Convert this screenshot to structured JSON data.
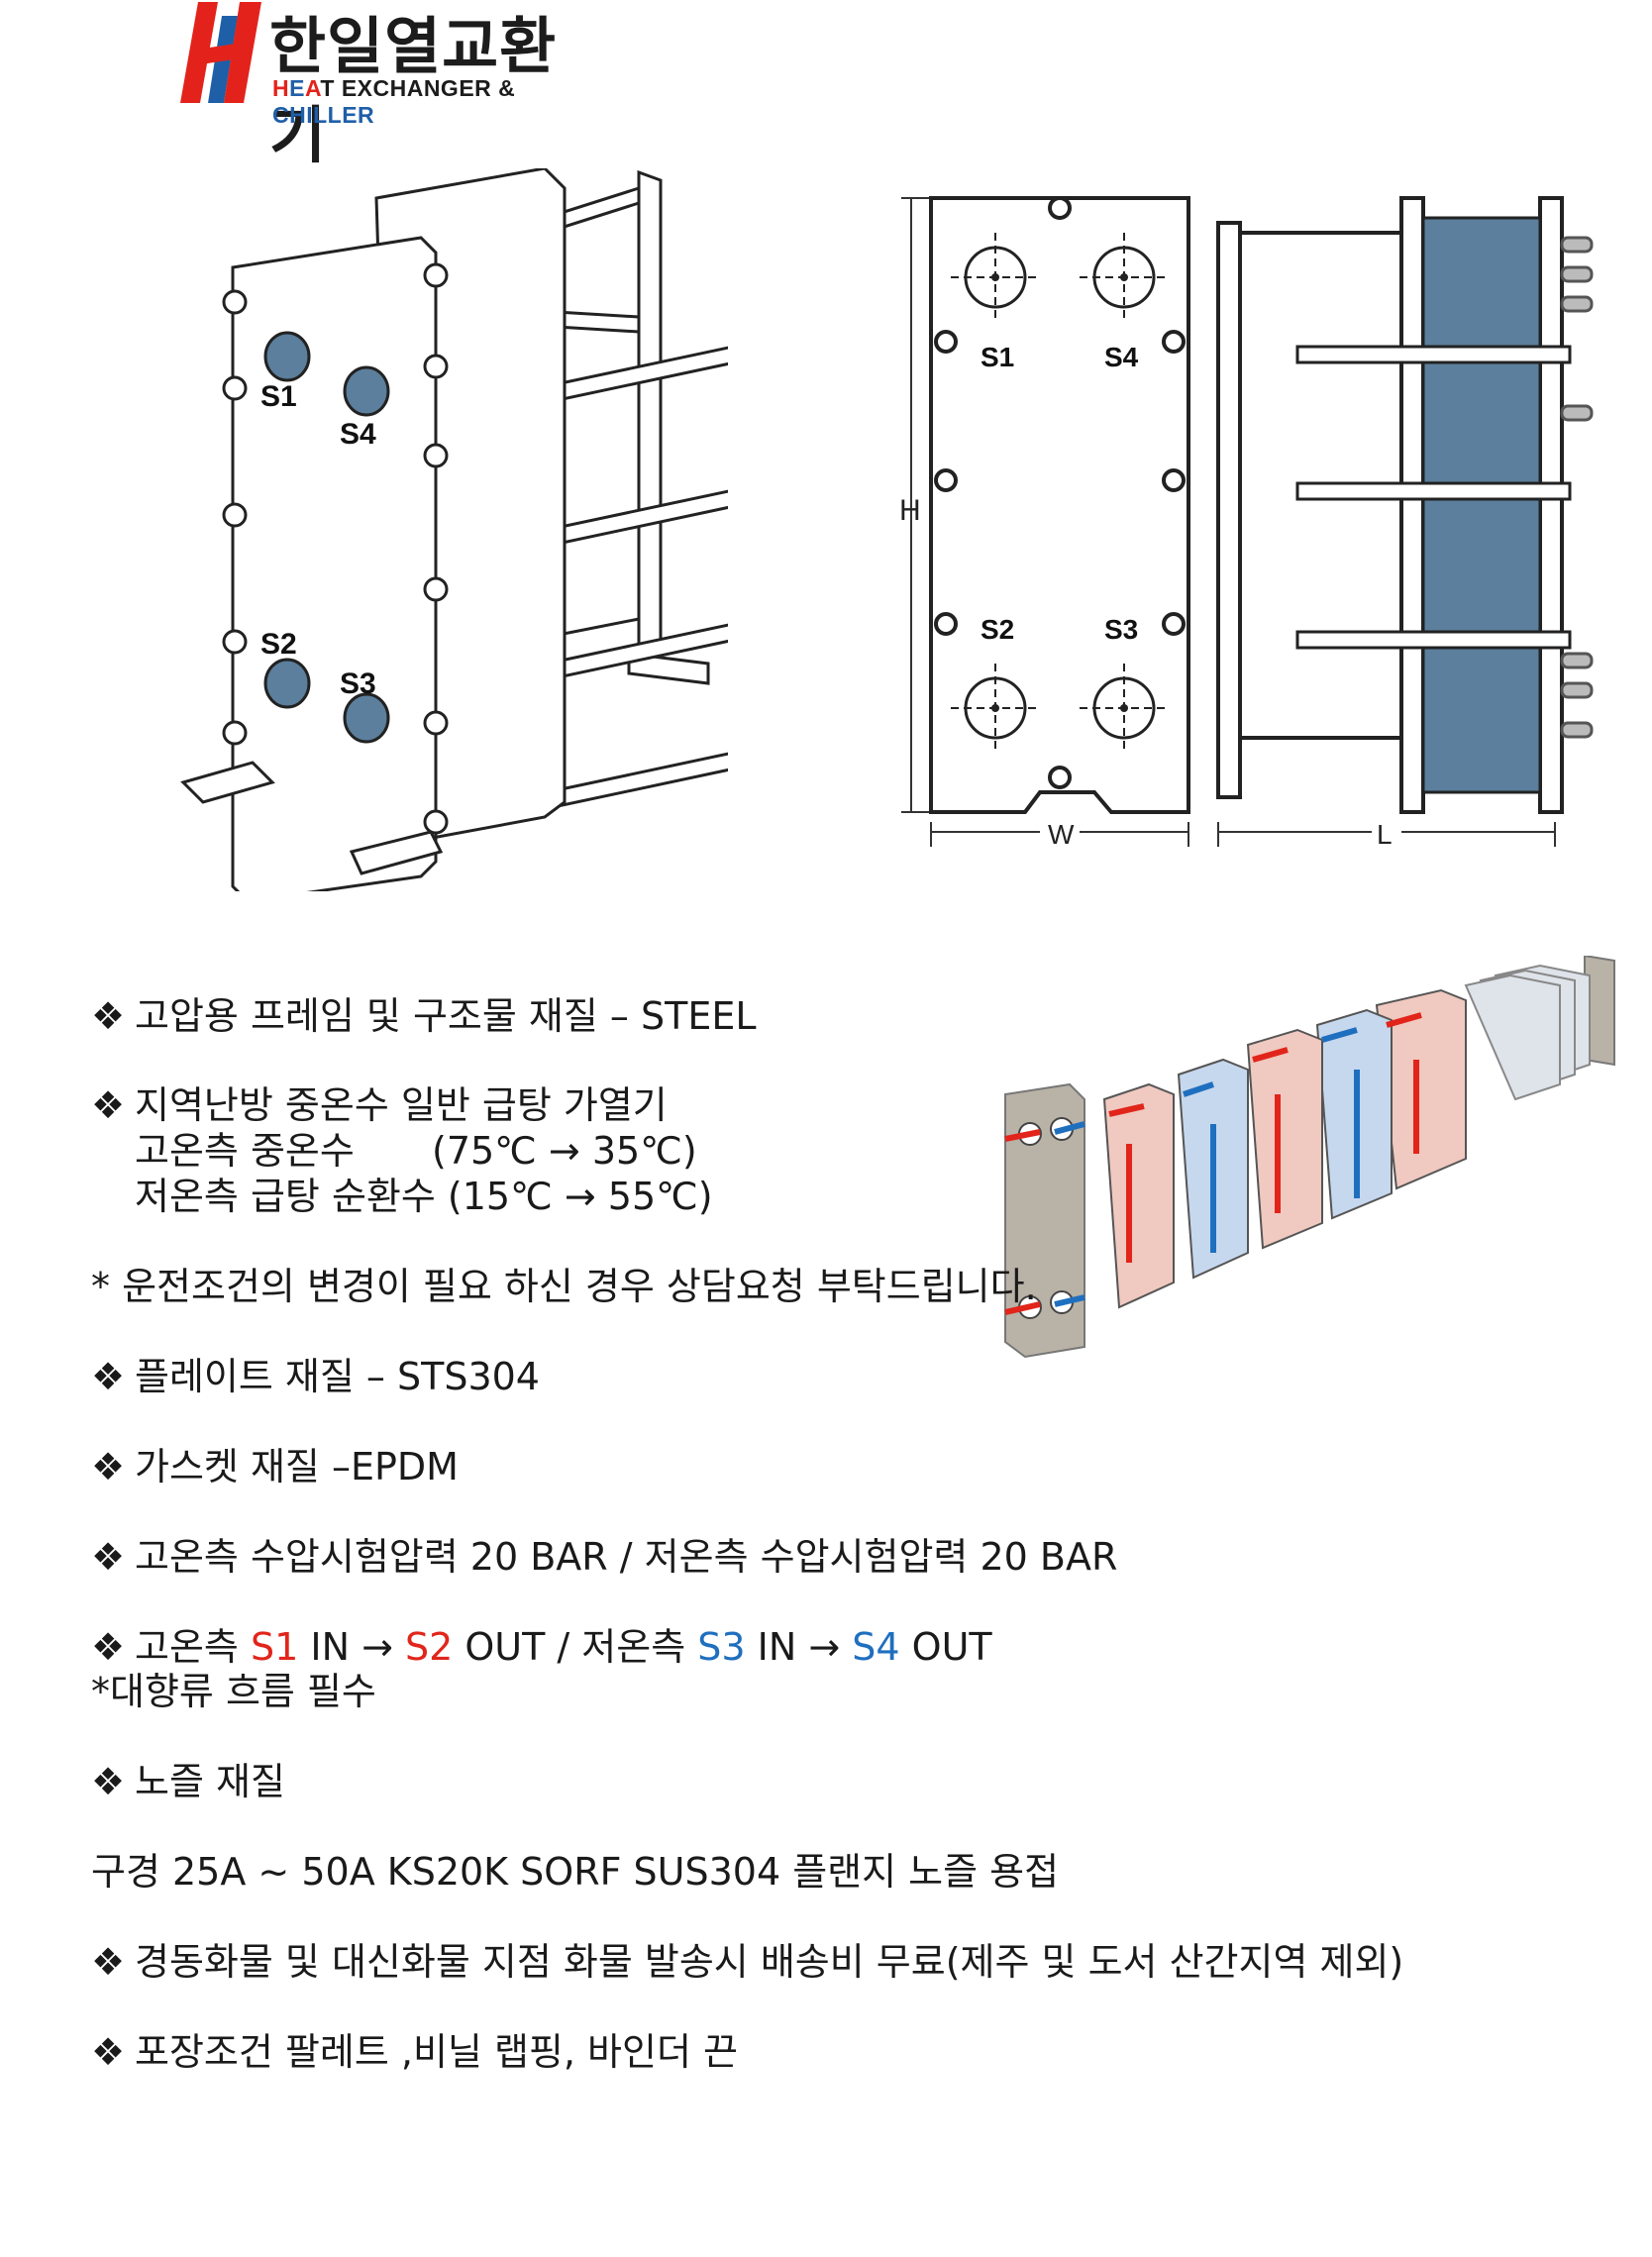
{
  "logo": {
    "korean": "한일열교환기",
    "en_prefix": "H",
    "en_e": "E",
    "en_a": "A",
    "en_rest1": "T EXCHANGER & ",
    "en_rest2": "CHILLER"
  },
  "diagram_labels": {
    "s1": "S1",
    "s2": "S2",
    "s3": "S3",
    "s4": "S4",
    "h": "H",
    "w": "W",
    "l": "L"
  },
  "bullet": "❖",
  "specs": {
    "frame": "고압용 프레임 및 구조물 재질 – STEEL",
    "use": "지역난방 중온수 일반 급탕 가열기",
    "hot_side": "고온측 중온수",
    "hot_range": "(75℃ → 35℃)",
    "cold_side": "저온측 급탕 순환수 (15℃ → 55℃)",
    "note": "* 운전조건의 변경이 필요 하신 경우 상담요청 부탁드립니다.",
    "plate": "플레이트 재질 – STS304",
    "gasket": "가스켓 재질 –EPDM",
    "pressure": "고온측 수압시험압력 20 BAR / 저온측 수압시험압력 20 BAR",
    "flow_hot_label": "고온측 ",
    "flow_s1": "S1",
    "flow_in1": " IN → ",
    "flow_s2": "S2",
    "flow_out1": " OUT  /  저온측 ",
    "flow_s3": "S3",
    "flow_in2": " IN → ",
    "flow_s4": "S4",
    "flow_out2": " OUT",
    "counterflow": "*대향류 흐름 필수",
    "nozzle_title": "노즐 재질",
    "nozzle": "구경 25A ~ 50A KS20K SORF SUS304 플랜지 노즐 용접",
    "shipping": "경동화물 및 대신화물 지점 화물 발송시 배송비 무료(제주 및 도서 산간지역 제외)",
    "packing": "포장조건 팔레트 ,비닐 랩핑, 바인더 끈"
  },
  "colors": {
    "plate_blue": "#5b7f9c",
    "hot": "#e1251b",
    "cold": "#1f6fbf"
  }
}
